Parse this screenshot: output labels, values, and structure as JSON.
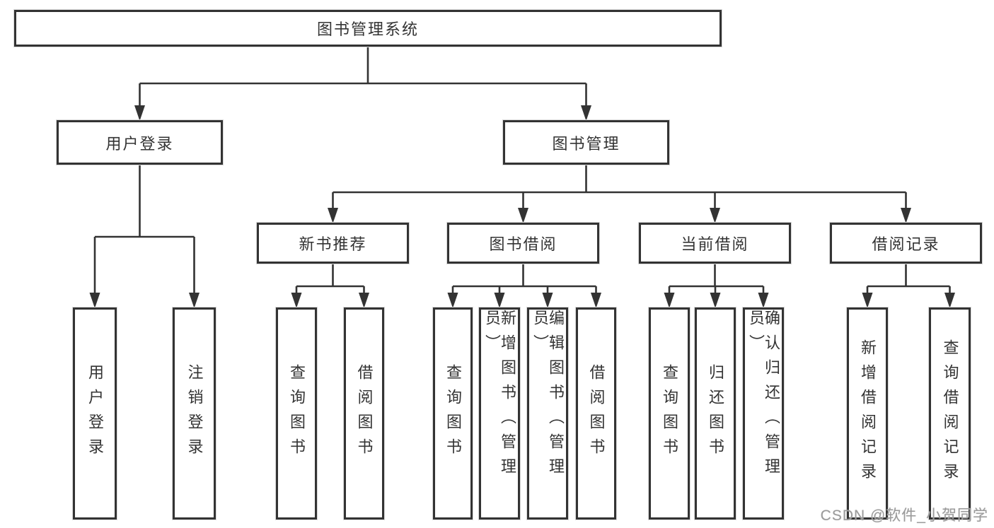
{
  "tree": {
    "label": "图书管理系统",
    "children": [
      {
        "label": "用户登录",
        "children": [
          {
            "label": "用户登录"
          },
          {
            "label": "注销登录"
          }
        ]
      },
      {
        "label": "图书管理",
        "children": [
          {
            "label": "新书推荐",
            "children": [
              {
                "label": "查询图书"
              },
              {
                "label": "借阅图书"
              }
            ]
          },
          {
            "label": "图书借阅",
            "children": [
              {
                "label": "查询图书"
              },
              {
                "label": "新增图书（管理员）"
              },
              {
                "label": "编辑图书（管理员）"
              },
              {
                "label": "借阅图书"
              }
            ]
          },
          {
            "label": "当前借阅",
            "children": [
              {
                "label": "查询图书"
              },
              {
                "label": "归还图书"
              },
              {
                "label": "确认归还（管理员）"
              }
            ]
          },
          {
            "label": "借阅记录",
            "children": [
              {
                "label": "新增借阅记录"
              },
              {
                "label": "查询借阅记录"
              }
            ]
          }
        ]
      }
    ]
  },
  "colors": {
    "line": "#333333",
    "box_border": "#333333",
    "text": "#333333",
    "watermark": "#9b9b9b"
  },
  "watermark": "CSDN @软件_小贺同学"
}
